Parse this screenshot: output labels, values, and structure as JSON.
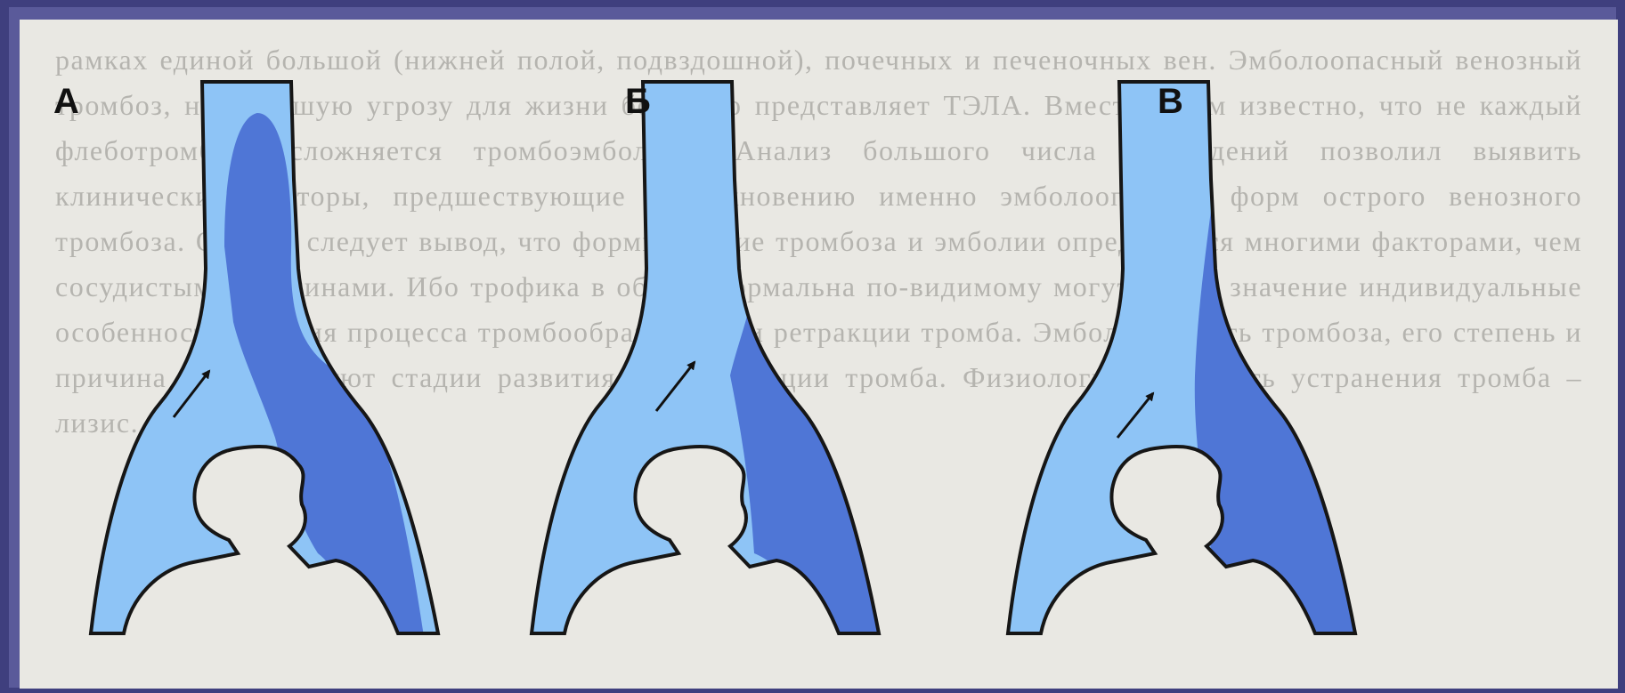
{
  "panels": [
    {
      "label": "А",
      "thrombus": "extends-into-trunk"
    },
    {
      "label": "Б",
      "thrombus": "at-bifurcation"
    },
    {
      "label": "В",
      "thrombus": "wall-thrombus"
    }
  ],
  "background_text": "рамках единой большой (нижней полой, подвздошной), почечных и печеночных вен. Эмболоопасный венозный тромбоз, наибольшую угрозу для жизни больного представляет ТЭЛА. Вместе с тем известно, что не каждый флеботромбоз осложняется тромбоэмболией. Анализ большого числа наблюдений позволил выявить клинические факторы, предшествующие возникновению именно эмболоопасных форм острого венозного тромбоза. Отсюда следует вывод, что формирование тромбоза и эмболии определяется многими факторами, чем сосудистыми причинами. Ибо трофика в общем нормальна по-видимому могут иметь значение индивидуальные особенности течения процесса тромбообразования и ретракции тромба. Эмбологенность тромбоза, его степень и причина соответствуют стадии развития и организации тромба. Физиологический путь устранения тромба – лизис.",
  "colors": {
    "vein": "#8ec4f6",
    "thrombus": "#4f76d6",
    "outline": "#161616",
    "page": "#e9e8e3",
    "frame": "#5a5a9a"
  }
}
